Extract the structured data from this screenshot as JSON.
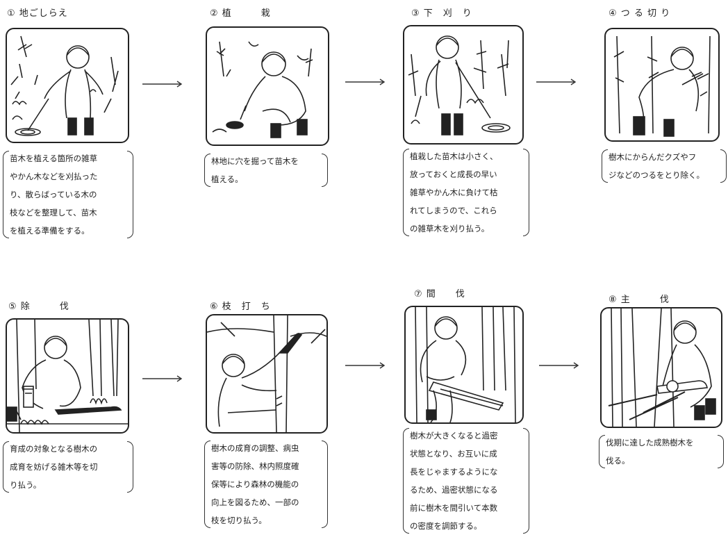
{
  "steps": [
    {
      "num": "①",
      "title": "地ごしらえ",
      "text_lines": [
        "苗木を植える箇所の雑草",
        "やかん木などを刈払った",
        "り、散らばっている木の",
        "枝などを整理して、苗木",
        "を植える準備をする。"
      ]
    },
    {
      "num": "②",
      "title": "植　　　栽",
      "text_lines": [
        "林地に穴を掘って苗木を",
        "植える。"
      ]
    },
    {
      "num": "③",
      "title": "下　刈　り",
      "text_lines": [
        "植栽した苗木は小さく、",
        "放っておくと成長の早い",
        "雑草やかん木に負けて枯",
        "れてしまうので、これら",
        "の雑草木を刈り払う。"
      ]
    },
    {
      "num": "④",
      "title": "つ る 切 り",
      "text_lines": [
        "樹木にからんだクズやフ",
        "ジなどのつるをとり除く。"
      ]
    },
    {
      "num": "⑤",
      "title": "除　　　伐",
      "text_lines": [
        "育成の対象となる樹木の",
        "成育を妨げる雑木等を切",
        "り払う。"
      ]
    },
    {
      "num": "⑥",
      "title": "枝　打　ち",
      "text_lines": [
        "樹木の成育の調整、病虫",
        "害等の防除、林内照度確",
        "保等により森林の機能の",
        "向上を図るため、一部の",
        "枝を切り払う。"
      ]
    },
    {
      "num": "⑦",
      "title": "間　　伐",
      "text_lines": [
        "樹木が大きくなると過密",
        "状態となり、お互いに成",
        "長をじゃまするようにな",
        "るため、過密状態になる",
        "前に樹木を間引いて本数",
        "の密度を調節する。"
      ]
    },
    {
      "num": "⑧",
      "title": "主　　　伐",
      "text_lines": [
        "伐期に達した成熟樹木を",
        "伐る。"
      ]
    }
  ]
}
